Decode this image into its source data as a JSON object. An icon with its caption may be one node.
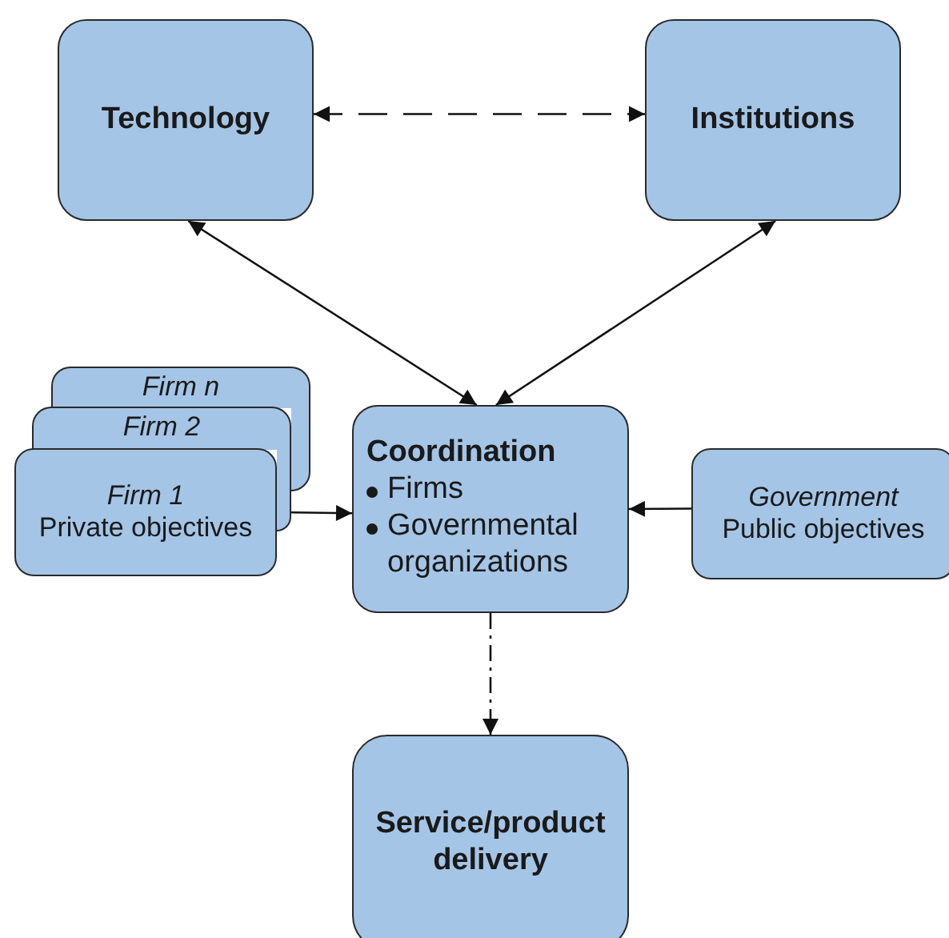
{
  "diagram": {
    "nodes": [
      {
        "text": [
          "Technology"
        ]
      },
      {
        "text": [
          "Institutions"
        ]
      },
      {
        "text": [
          "Firm n"
        ]
      },
      {
        "text": [
          "Firm 2"
        ]
      },
      {
        "text": [
          "Firm 1",
          "Private objectives"
        ]
      },
      {
        "text": [
          "Coordination",
          "Firms",
          "Governmental organizations"
        ]
      },
      {
        "text": [
          "Government",
          "Public objectives"
        ]
      },
      {
        "text": [
          "Service/product delivery"
        ]
      }
    ],
    "edges": [
      {
        "from": 0,
        "to": 1,
        "arrow": "both",
        "style": "dashed"
      },
      {
        "from": 0,
        "to": 5,
        "arrow": "both"
      },
      {
        "from": 1,
        "to": 5,
        "arrow": "both"
      },
      {
        "from": 4,
        "to": 5,
        "arrow": "to"
      },
      {
        "from": 6,
        "to": 5,
        "arrow": "to"
      },
      {
        "from": 5,
        "to": 7,
        "arrow": "to",
        "style": "dashed"
      }
    ]
  }
}
